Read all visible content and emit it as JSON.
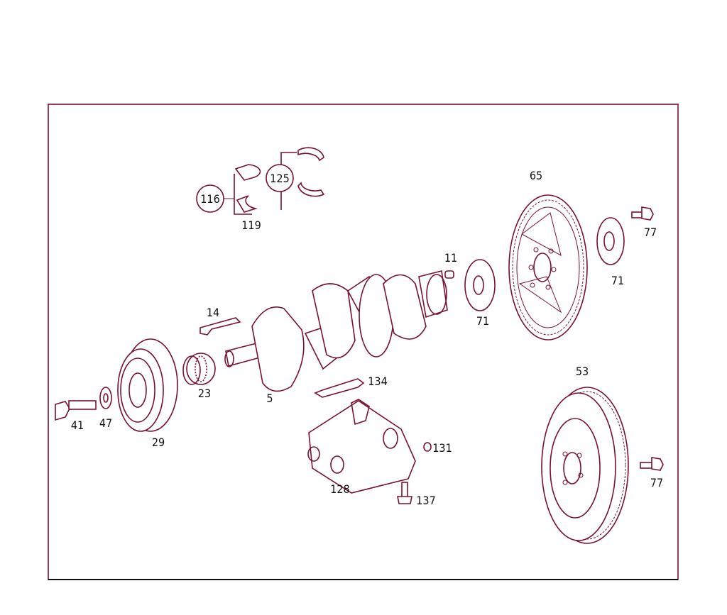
{
  "colors": {
    "frame": "#7a1030",
    "line": "#7a1030",
    "text": "#111111",
    "background": "#ffffff"
  },
  "parts": {
    "p116": "116",
    "p125": "125",
    "p119": "119",
    "p65": "65",
    "p77a": "77",
    "p77b": "77",
    "p11": "11",
    "p71a": "71",
    "p71b": "71",
    "p14": "14",
    "p5": "5",
    "p23": "23",
    "p29": "29",
    "p41": "41",
    "p47": "47",
    "p134": "134",
    "p131": "131",
    "p128": "128",
    "p137": "137",
    "p53": "53"
  }
}
